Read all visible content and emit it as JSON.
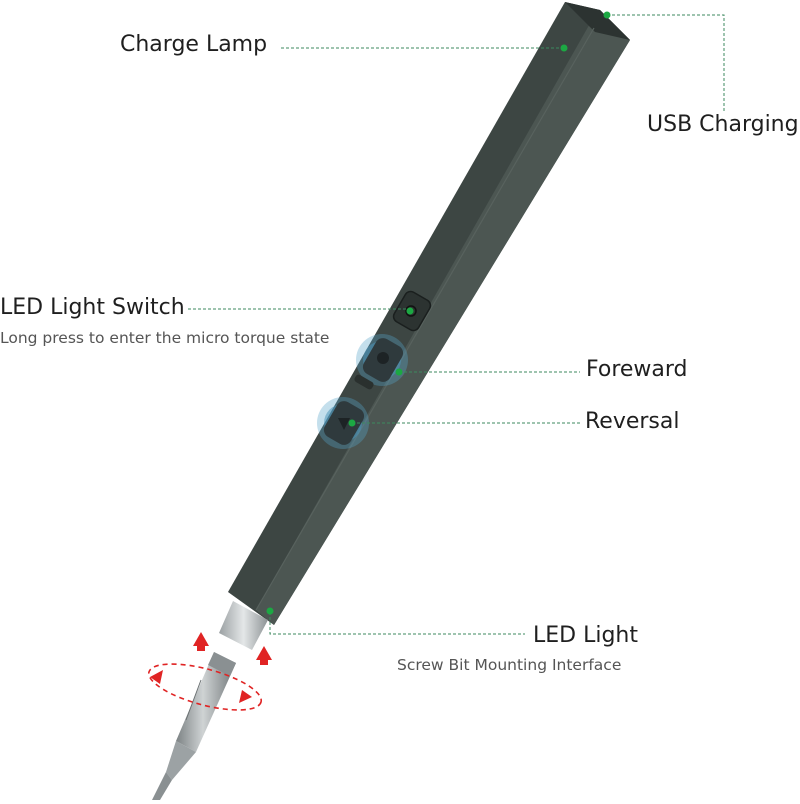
{
  "labels": {
    "charge_lamp": "Charge Lamp",
    "usb_charging": "USB Charging",
    "led_light_switch": "LED Light Switch",
    "led_light_switch_note": "Long press to enter the micro torque state",
    "foreward": "Foreward",
    "reversal": "Reversal",
    "led_light": "LED Light",
    "screw_bit_interface": "Screw Bit Mounting Interface"
  },
  "colors": {
    "leader_line": "#3c8a5f",
    "dot": "#1ca843",
    "body": "#3d4643",
    "arrow": "#e02424",
    "button_glow": "#57a3c8"
  }
}
